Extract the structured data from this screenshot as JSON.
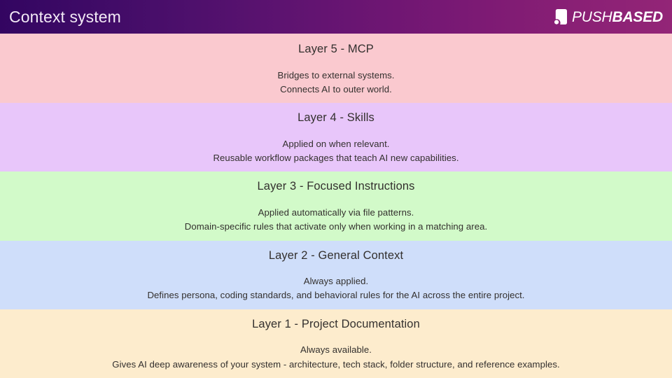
{
  "header": {
    "title": "Context system",
    "gradient_from": "#330561",
    "gradient_to": "#932577",
    "title_color": "#f2e9f5",
    "logo": {
      "mark_name": "pushbased-logo-mark",
      "mark_color": "#ffffff",
      "text_light": "PUSH",
      "text_bold": "BASED"
    }
  },
  "text_color": "#33302e",
  "layers": [
    {
      "id": "layer-5",
      "title": "Layer 5 - MCP",
      "line1": "Bridges to external systems.",
      "line2": "Connects AI to outer world.",
      "background": "#fac9cf"
    },
    {
      "id": "layer-4",
      "title": "Layer 4 - Skills",
      "line1": "Applied on when relevant.",
      "line2": "Reusable workflow packages that teach AI new capabilities.",
      "background": "#e8c6fa"
    },
    {
      "id": "layer-3",
      "title": "Layer 3 - Focused Instructions",
      "line1": "Applied automatically via file patterns.",
      "line2": "Domain-specific rules that activate only when working in a matching area.",
      "background": "#d2fac9"
    },
    {
      "id": "layer-2",
      "title": "Layer 2 - General Context",
      "line1": "Always applied.",
      "line2": "Defines persona, coding standards, and behavioral rules for the AI across the entire project.",
      "background": "#cfdefa"
    },
    {
      "id": "layer-1",
      "title": "Layer 1 - Project Documentation",
      "line1": "Always available.",
      "line2": "Gives AI deep awareness of your system - architecture, tech stack, folder structure, and reference examples.",
      "background": "#fdeccd"
    }
  ]
}
